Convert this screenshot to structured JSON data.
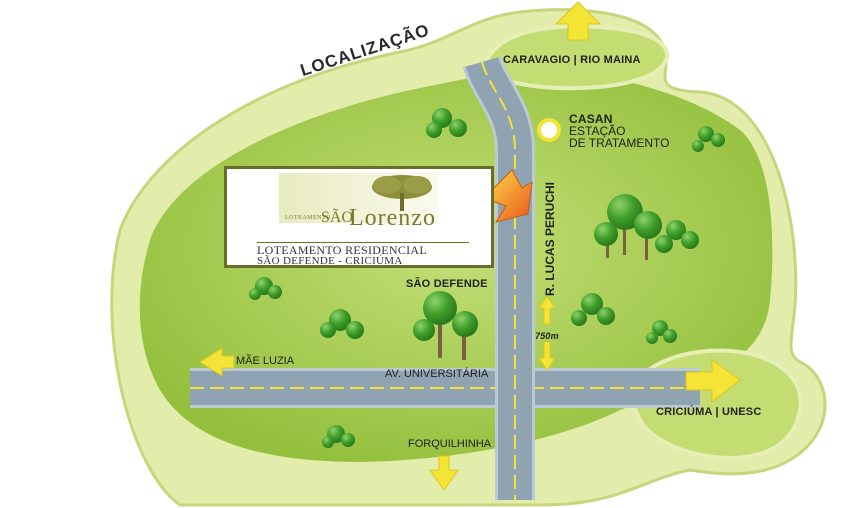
{
  "title": "LOCALIZAÇÃO",
  "logo": {
    "small_text": "LOTEAMENTO",
    "name_sao": "SÃO",
    "name_lorenzo": "Lorenzo",
    "line1": "LOTEAMENTO RESIDENCIAL",
    "line2": "SÃO DEFENDE - CRICIÚMA"
  },
  "labels": {
    "caravagio": "CARAVAGIO | RIO MAINA",
    "casan": "CASAN",
    "estacao": "ESTAÇÃO",
    "tratamento": "DE TRATAMENTO",
    "rua_lucas": "R. LUCAS PERUCHI",
    "sao_defende": "SÃO DEFENDE",
    "distance": "750m",
    "mae_luzia": "MÃE LUZIA",
    "av_universitaria": "AV. UNIVERSITÁRIA",
    "criciuma": "CRICIÚMA | UNESC",
    "forquilhinha": "FORQUILHINHA"
  },
  "colors": {
    "outer": "#dfe9a0",
    "outer_stroke": "#c9d77a",
    "field": "#a8cf4c",
    "field_light": "#c6e07a",
    "road": "#8fa3b2",
    "road_edge": "#b9c8d2",
    "road_line": "#f4e436",
    "arrow": "#f4e436",
    "pointer": "#f08a1c",
    "tree": "#3e9b28",
    "trunk": "#7a6040"
  }
}
